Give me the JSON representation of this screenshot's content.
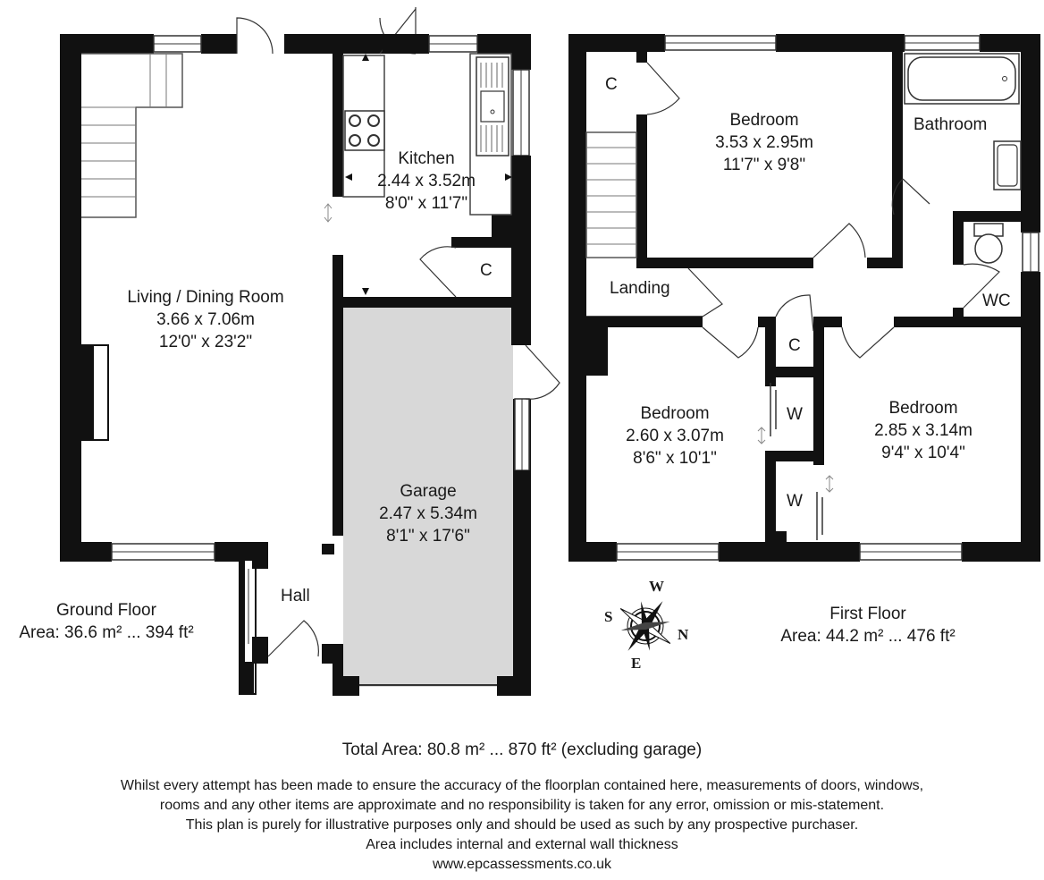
{
  "ground_floor": {
    "title": "Ground Floor",
    "area": "Area: 36.6 m² ... 394 ft²",
    "rooms": {
      "living": {
        "name": "Living / Dining Room",
        "metric": "3.66 x 7.06m",
        "imperial": "12'0\" x 23'2\""
      },
      "kitchen": {
        "name": "Kitchen",
        "metric": "2.44 x 3.52m",
        "imperial": "8'0\" x 11'7\""
      },
      "garage": {
        "name": "Garage",
        "metric": "2.47 x 5.34m",
        "imperial": "8'1\" x 17'6\""
      },
      "hall": {
        "name": "Hall"
      },
      "kitchen_cupboard": {
        "name": "C"
      }
    }
  },
  "first_floor": {
    "title": "First Floor",
    "area": "Area: 44.2 m² ... 476 ft²",
    "rooms": {
      "bedroom1": {
        "name": "Bedroom",
        "metric": "3.53 x 2.95m",
        "imperial": "11'7\" x 9'8\""
      },
      "bedroom2": {
        "name": "Bedroom",
        "metric": "2.60 x 3.07m",
        "imperial": "8'6\" x 10'1\""
      },
      "bedroom3": {
        "name": "Bedroom",
        "metric": "2.85 x 3.14m",
        "imperial": "9'4\" x 10'4\""
      },
      "bathroom": {
        "name": "Bathroom"
      },
      "wc": {
        "name": "WC"
      },
      "landing": {
        "name": "Landing"
      },
      "cupboard_top": {
        "name": "C"
      },
      "cupboard_mid": {
        "name": "C"
      },
      "wardrobe1": {
        "name": "W"
      },
      "wardrobe2": {
        "name": "W"
      }
    }
  },
  "compass": {
    "n": "N",
    "s": "S",
    "e": "E",
    "w": "W"
  },
  "footer": {
    "total": "Total Area: 80.8 m² ... 870 ft² (excluding garage)",
    "disclaimer1": "Whilst every attempt has been made to ensure the accuracy of the floorplan contained here, measurements of doors, windows,",
    "disclaimer2": "rooms and any other items are approximate and no responsibility is taken for any error, omission or mis-statement.",
    "disclaimer3": "This plan is purely for illustrative purposes only and should be used as such by any prospective purchaser.",
    "disclaimer4": "Area includes internal and external wall thickness",
    "website": "www.epcassessments.co.uk"
  },
  "colors": {
    "wall": "#111111",
    "garage_fill": "#d8d8d8",
    "line": "#333333"
  }
}
